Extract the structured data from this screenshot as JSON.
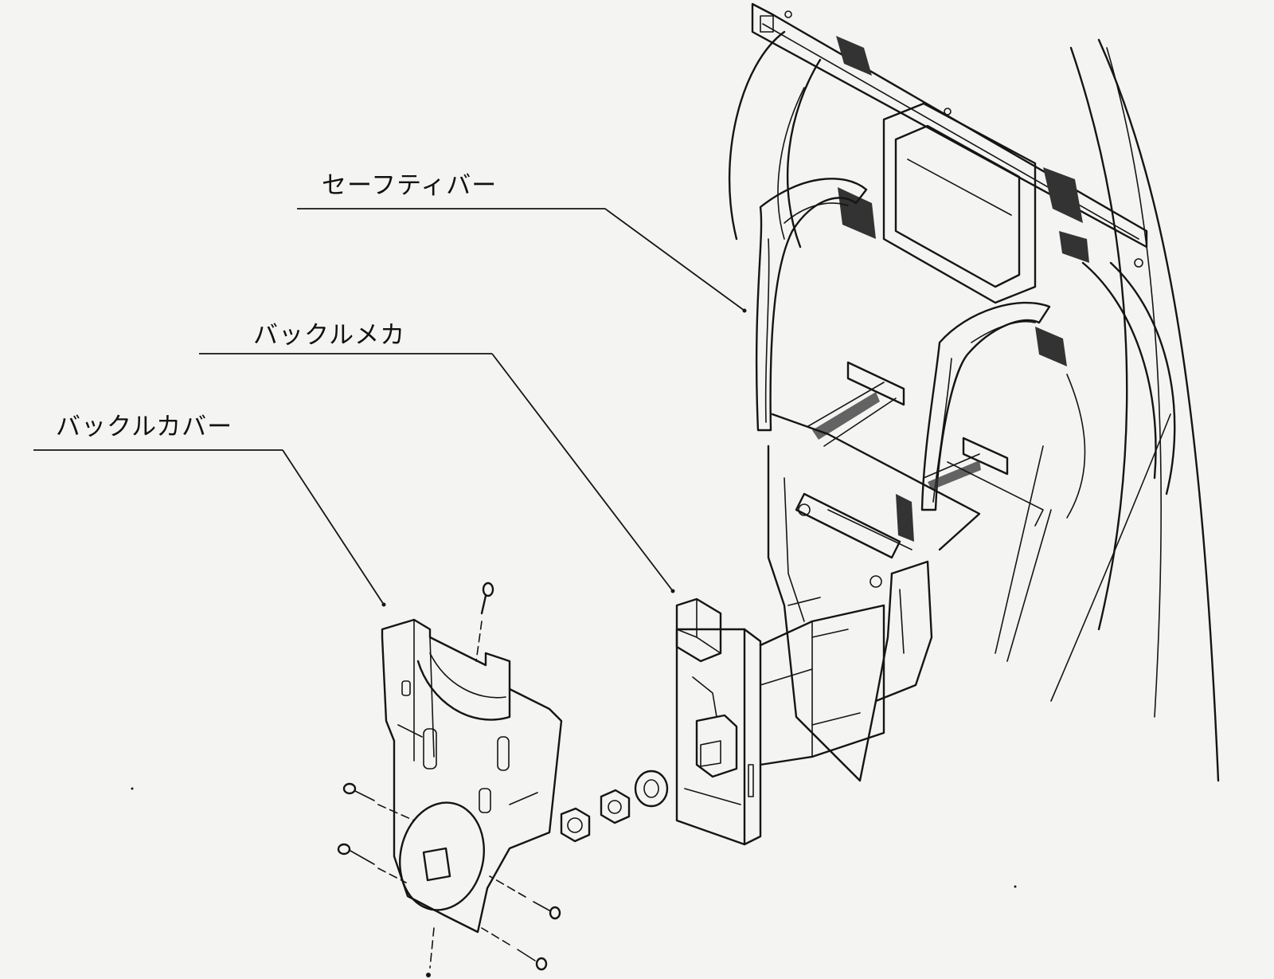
{
  "callouts": {
    "safety_bar": "セーフティバー",
    "buckle_mech": "バックルメカ",
    "buckle_cover": "バックルカバー"
  },
  "colors": {
    "background": "#f4f4f2",
    "ink": "#151515"
  }
}
